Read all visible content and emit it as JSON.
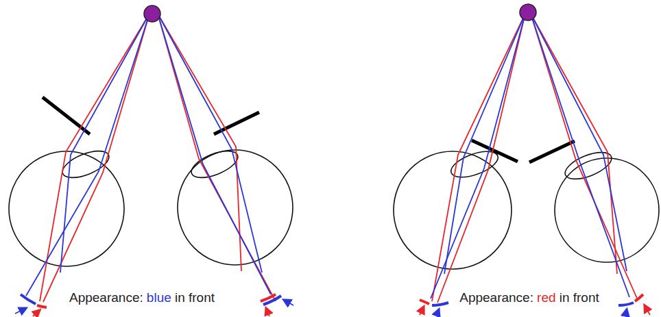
{
  "diagram": {
    "labels": [
      "Appearance:",
      "blue",
      "in front",
      "Appearance:",
      "red",
      "in front"
    ]
  }
}
